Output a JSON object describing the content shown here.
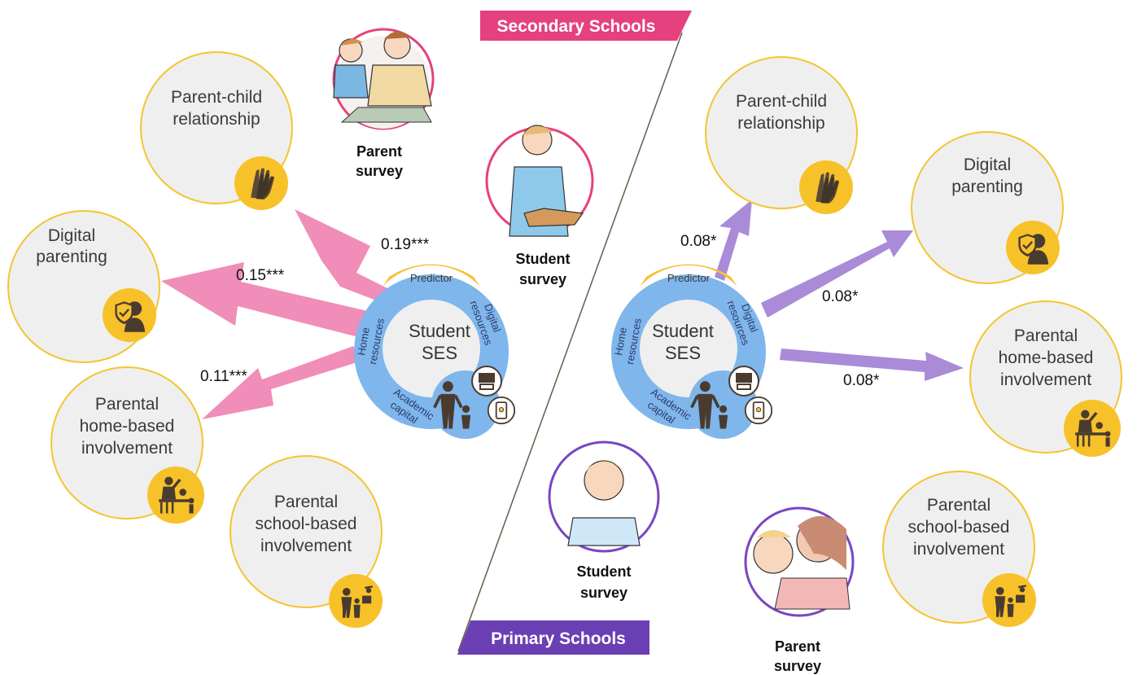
{
  "colors": {
    "secondary_pink": "#e5417e",
    "primary_purple": "#6b3fb4",
    "arrow_pink": "#f08db8",
    "arrow_purple": "#a98bd8",
    "outcome_ring": "#f3c531",
    "outcome_fill": "#efefef",
    "icon_yellow": "#f7c229",
    "hub_blue": "#7fb6ec",
    "predictor_gold": "#f6c13a",
    "survey_ring_pink": "#e5417e",
    "survey_ring_purple": "#7a45c2"
  },
  "banners": {
    "secondary": "Secondary Schools",
    "primary": "Primary Schools"
  },
  "hub": {
    "title_line1": "Student",
    "title_line2": "SES",
    "predictor": "Predictor",
    "home_resources_1": "Home",
    "home_resources_2": "resources",
    "digital_resources_1": "Digital",
    "digital_resources_2": "resources",
    "academic_capital_1": "Academic",
    "academic_capital_2": "capital"
  },
  "secondary": {
    "outcomes": {
      "parent_child": [
        "Parent-child",
        "relationship"
      ],
      "digital": [
        "Digital",
        "parenting"
      ],
      "home_based": [
        "Parental",
        "home-based",
        "involvement"
      ],
      "school_based": [
        "Parental",
        "school-based",
        "involvement"
      ]
    },
    "coefficients": {
      "parent_child": "0.19***",
      "digital": "0.15***",
      "home_based": "0.11***"
    },
    "surveys": {
      "parent": [
        "Parent",
        "survey"
      ],
      "student": [
        "Student",
        "survey"
      ]
    }
  },
  "primary": {
    "outcomes": {
      "parent_child": [
        "Parent-child",
        "relationship"
      ],
      "digital": [
        "Digital",
        "parenting"
      ],
      "home_based": [
        "Parental",
        "home-based",
        "involvement"
      ],
      "school_based": [
        "Parental",
        "school-based",
        "involvement"
      ]
    },
    "coefficients": {
      "parent_child": "0.08*",
      "digital": "0.08*",
      "home_based": "0.08*"
    },
    "surveys": {
      "student": [
        "Student",
        "survey"
      ],
      "parent": [
        "Parent",
        "survey"
      ]
    }
  },
  "icons": {
    "parent_child": "high-five-hands-icon",
    "digital": "shield-parent-child-icon",
    "home_based": "family-homework-icon",
    "school_based": "parent-child-school-icon",
    "home_resources": "home-appliances-icon",
    "digital_resources": "digital-device-icon",
    "academic_capital": "parents-child-icon"
  }
}
